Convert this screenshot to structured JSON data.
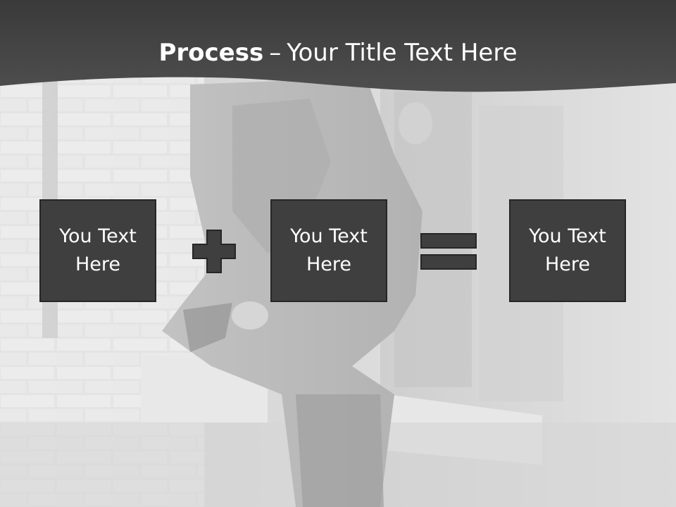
{
  "title": {
    "bold": "Process",
    "dash": "–",
    "rest": "Your Title Text Here"
  },
  "process": {
    "boxes": [
      {
        "label": "You Text Here"
      },
      {
        "label": "You Text Here"
      },
      {
        "label": "You Text Here"
      }
    ],
    "operators": [
      "plus-icon",
      "equals-icon"
    ]
  },
  "colors": {
    "header": "#454545",
    "box_fill": "#3f3f3f",
    "box_border": "#262626",
    "title_text": "#ffffff"
  }
}
